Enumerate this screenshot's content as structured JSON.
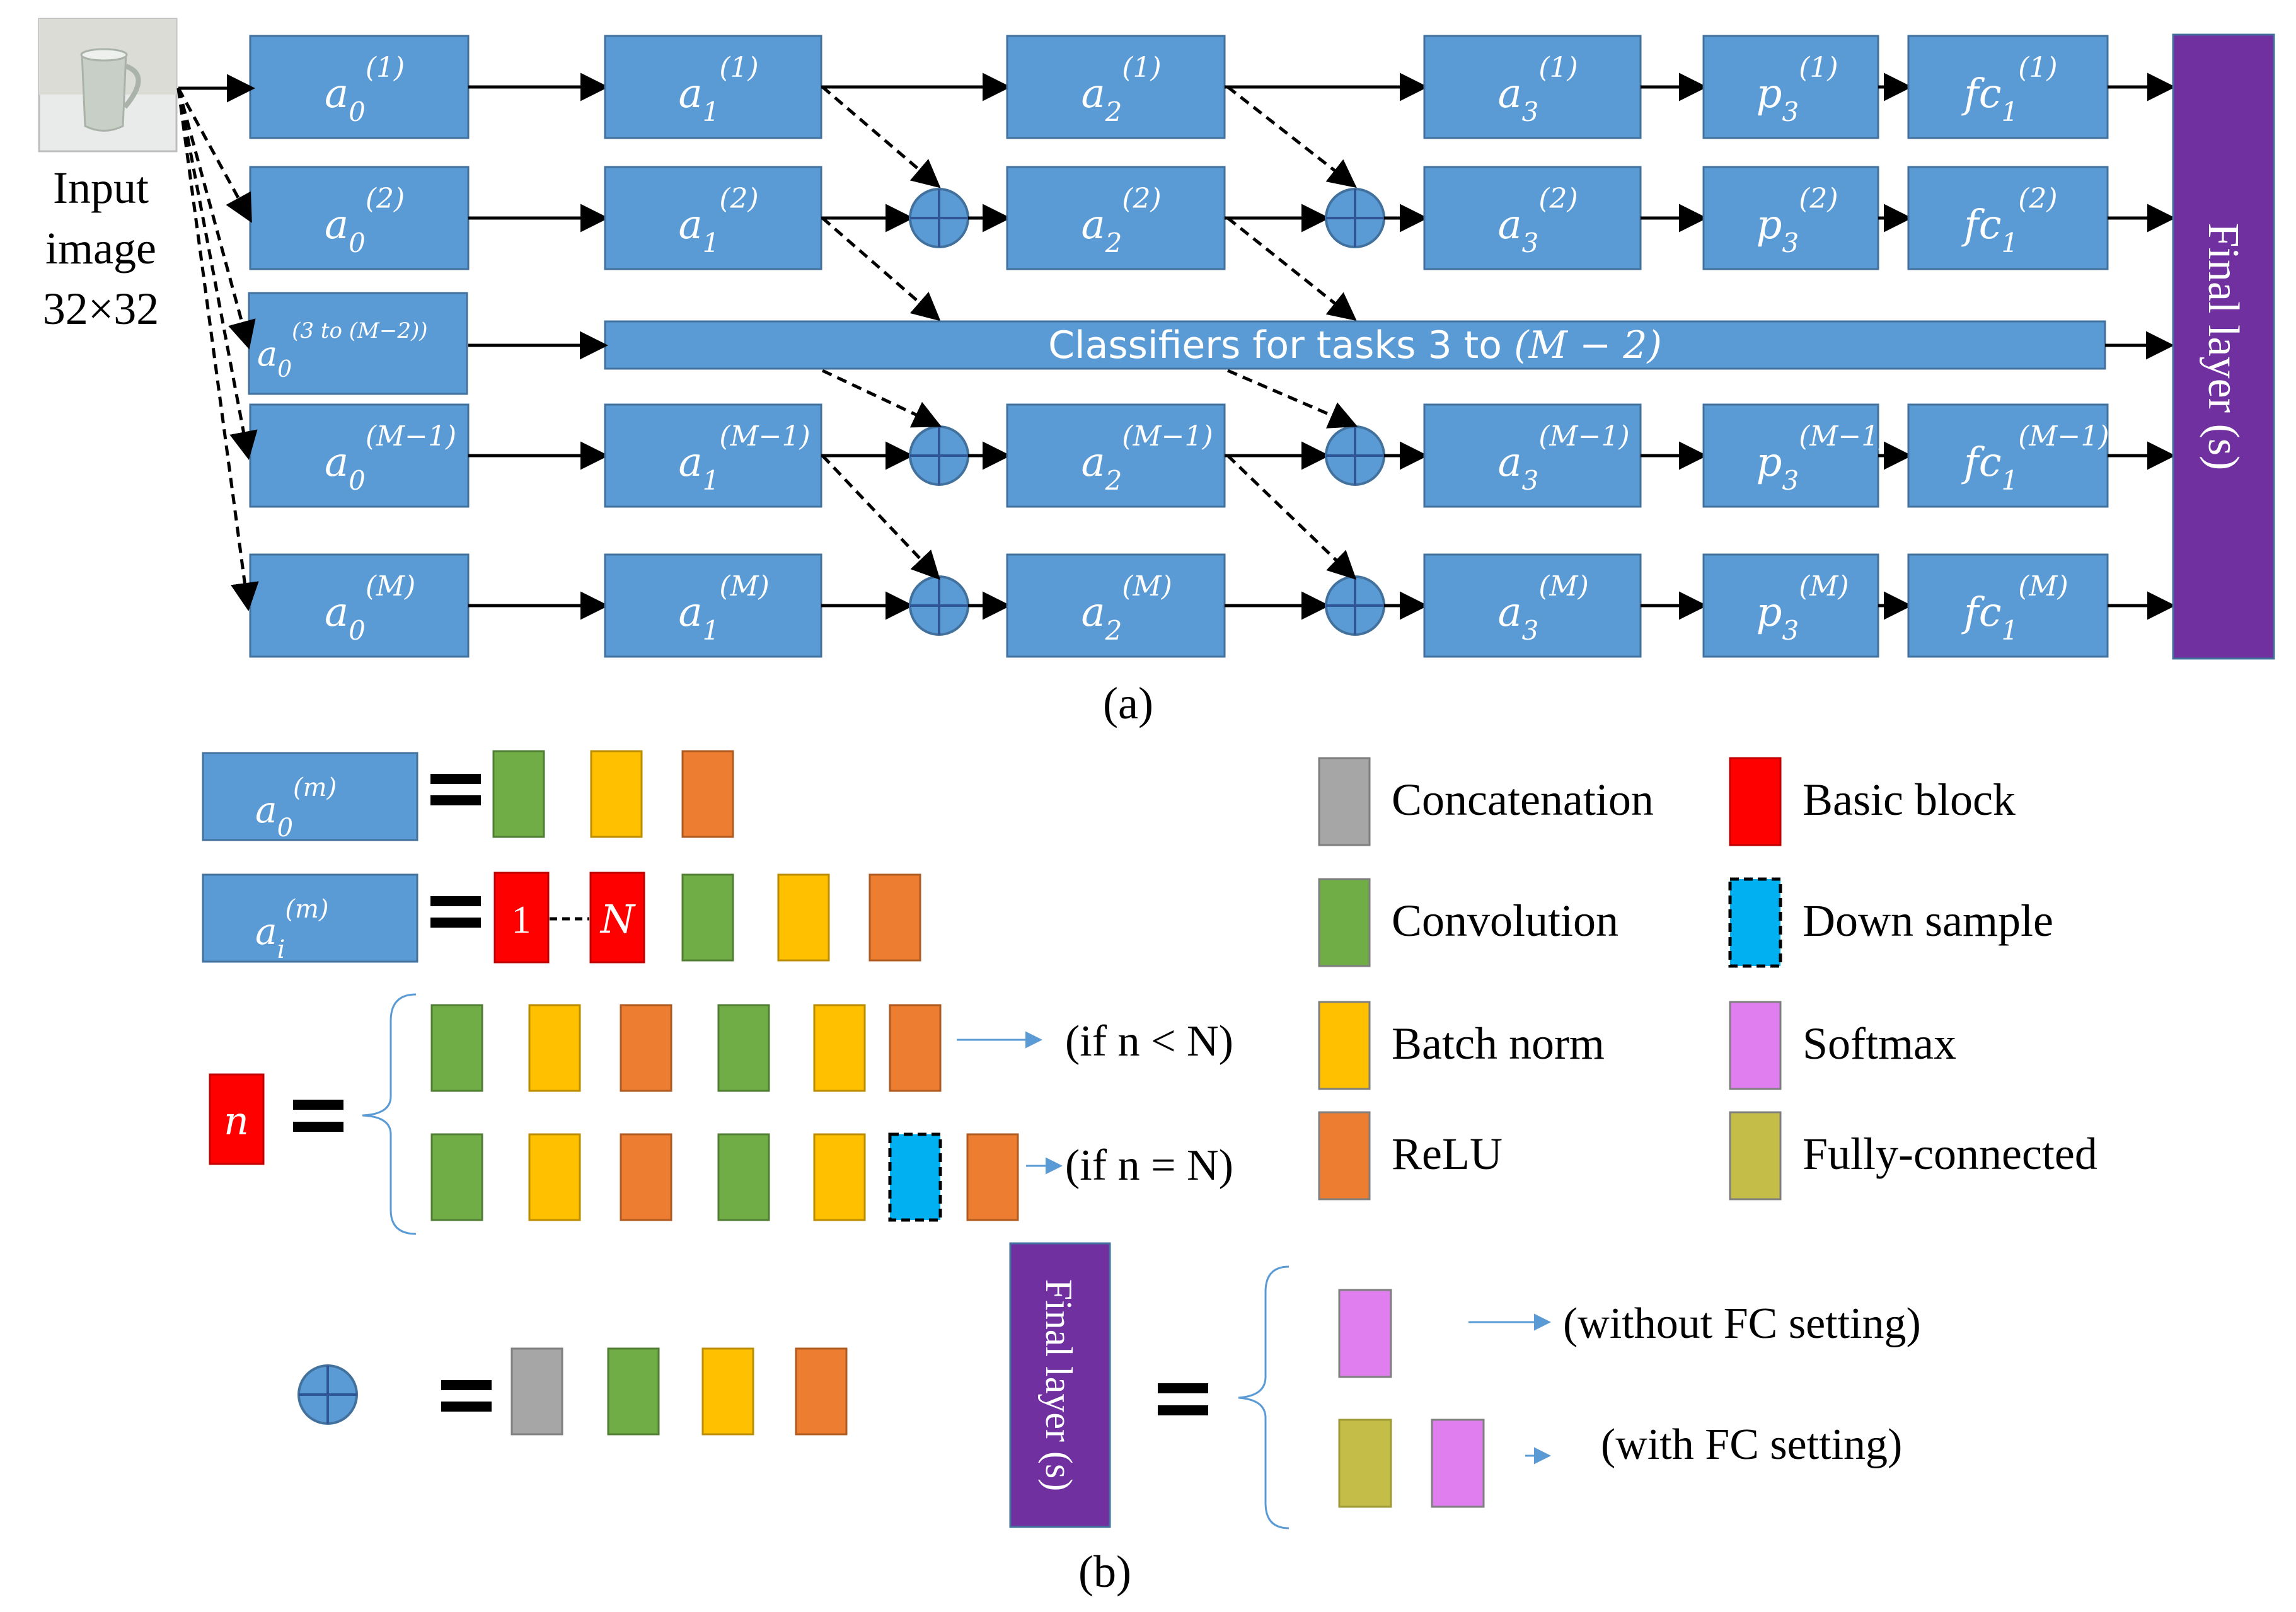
{
  "colors": {
    "node_blue": "#5b9bd5",
    "node_border": "#41719c",
    "final_purple": "#7030a0",
    "red": "#ff0000",
    "green": "#70ad47",
    "yellow": "#ffc000",
    "orange": "#ed7d31",
    "gray": "#a6a6a6",
    "cyan": "#00b0f0",
    "magenta": "#e07ef0",
    "olive": "#c4bd48"
  },
  "input": {
    "line1": "Input",
    "line2": "image",
    "line3": "32×32",
    "icon": "mug-photo"
  },
  "rows": [
    {
      "sup": "(1)",
      "a0": {
        "base": "a",
        "sub": "0"
      },
      "a1": {
        "base": "a",
        "sub": "1"
      },
      "a2": {
        "base": "a",
        "sub": "2"
      },
      "a3": {
        "base": "a",
        "sub": "3"
      },
      "p3": {
        "base": "p",
        "sub": "3"
      },
      "fc1": {
        "base": "fc",
        "sub": "1"
      }
    },
    {
      "sup": "(2)",
      "a0": {
        "base": "a",
        "sub": "0"
      },
      "a1": {
        "base": "a",
        "sub": "1"
      },
      "a2": {
        "base": "a",
        "sub": "2"
      },
      "a3": {
        "base": "a",
        "sub": "3"
      },
      "p3": {
        "base": "p",
        "sub": "3"
      },
      "fc1": {
        "base": "fc",
        "sub": "1"
      }
    },
    {
      "sup": "(3 to (M−2))",
      "a0": {
        "base": "a",
        "sub": "0"
      }
    },
    {
      "sup": "(M−1)",
      "a0": {
        "base": "a",
        "sub": "0"
      },
      "a1": {
        "base": "a",
        "sub": "1"
      },
      "a2": {
        "base": "a",
        "sub": "2"
      },
      "a3": {
        "base": "a",
        "sub": "3"
      },
      "p3": {
        "base": "p",
        "sub": "3"
      },
      "fc1": {
        "base": "fc",
        "sub": "1"
      }
    },
    {
      "sup": "(M)",
      "a0": {
        "base": "a",
        "sub": "0"
      },
      "a1": {
        "base": "a",
        "sub": "1"
      },
      "a2": {
        "base": "a",
        "sub": "2"
      },
      "a3": {
        "base": "a",
        "sub": "3"
      },
      "p3": {
        "base": "p",
        "sub": "3"
      },
      "fc1": {
        "base": "fc",
        "sub": "1"
      }
    }
  ],
  "classifier_bar": {
    "text": "Classifiers for tasks 3 to ",
    "math": "(M − 2)"
  },
  "final_layer": {
    "label": "Final layer (s)"
  },
  "caption_a": "(a)",
  "caption_b": "(b)",
  "part_b": {
    "a0m": {
      "base": "a",
      "sub": "0",
      "sup": "(m)"
    },
    "aim": {
      "base": "a",
      "sub": "i",
      "sup": "(m)"
    },
    "block_1": "1",
    "block_N": "N",
    "block_n": "n",
    "if_lt": "(if n < N)",
    "if_eq": "(if n = N)",
    "without_fc": "(without FC setting)",
    "with_fc": "(with FC setting)",
    "final_layer_label": "Final layer (s)"
  },
  "legend": [
    {
      "label": "Concatenation",
      "color": "gray"
    },
    {
      "label": "Basic block",
      "color": "red"
    },
    {
      "label": "Convolution",
      "color": "green"
    },
    {
      "label": "Down sample",
      "color": "cyan"
    },
    {
      "label": "Batch norm",
      "color": "yellow"
    },
    {
      "label": "Softmax",
      "color": "magenta"
    },
    {
      "label": "ReLU",
      "color": "orange"
    },
    {
      "label": "Fully-connected",
      "color": "olive"
    }
  ]
}
